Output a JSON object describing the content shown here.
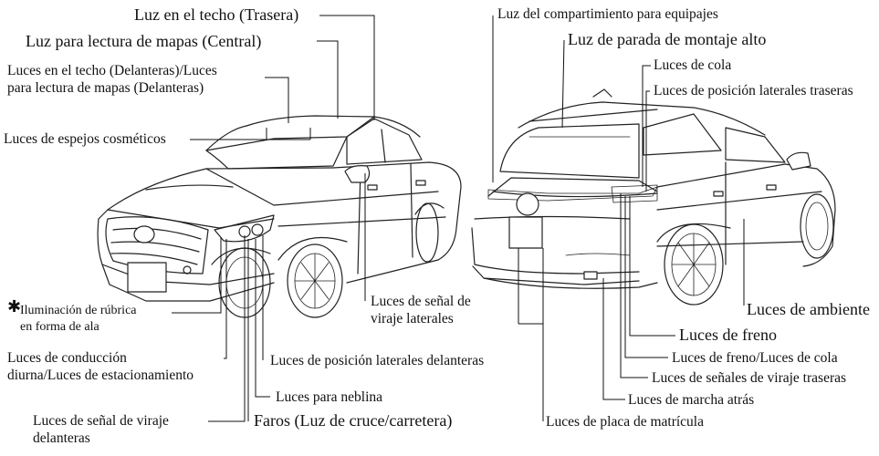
{
  "front_labels": {
    "roof_rear": "Luz en el techo (Trasera)",
    "map_center": "Luz para lectura de mapas (Central)",
    "roof_front_1": "Luces en el techo (Delanteras)/Luces",
    "roof_front_2": "para lectura de mapas (Delanteras)",
    "vanity": "Luces de espejos cosméticos",
    "wing_symbol": "✱",
    "wing_1": "Iluminación de rúbrica",
    "wing_2": "en forma de ala",
    "drl_1": "Luces de conducción",
    "drl_2": "diurna/Luces de estacionamiento",
    "turn_front_1": "Luces de señal de viraje",
    "turn_front_2": "delanteras",
    "side_turn_1": "Luces de señal de",
    "side_turn_2": "viraje laterales",
    "front_position": "Luces de posición laterales delanteras",
    "fog": "Luces para neblina",
    "headlights": "Faros (Luz de cruce/carretera)"
  },
  "rear_labels": {
    "luggage": "Luz del compartimiento para equipajes",
    "high_stop": "Luz de parada de montaje alto",
    "tail": "Luces de cola",
    "rear_position": "Luces de posición laterales traseras",
    "ambient": "Luces de ambiente",
    "brake": "Luces de freno",
    "brake_tail": "Luces de freno/Luces de cola",
    "rear_turn": "Luces de señales de viraje traseras",
    "reverse": "Luces de marcha atrás",
    "plate": "Luces de placa de matrícula"
  }
}
